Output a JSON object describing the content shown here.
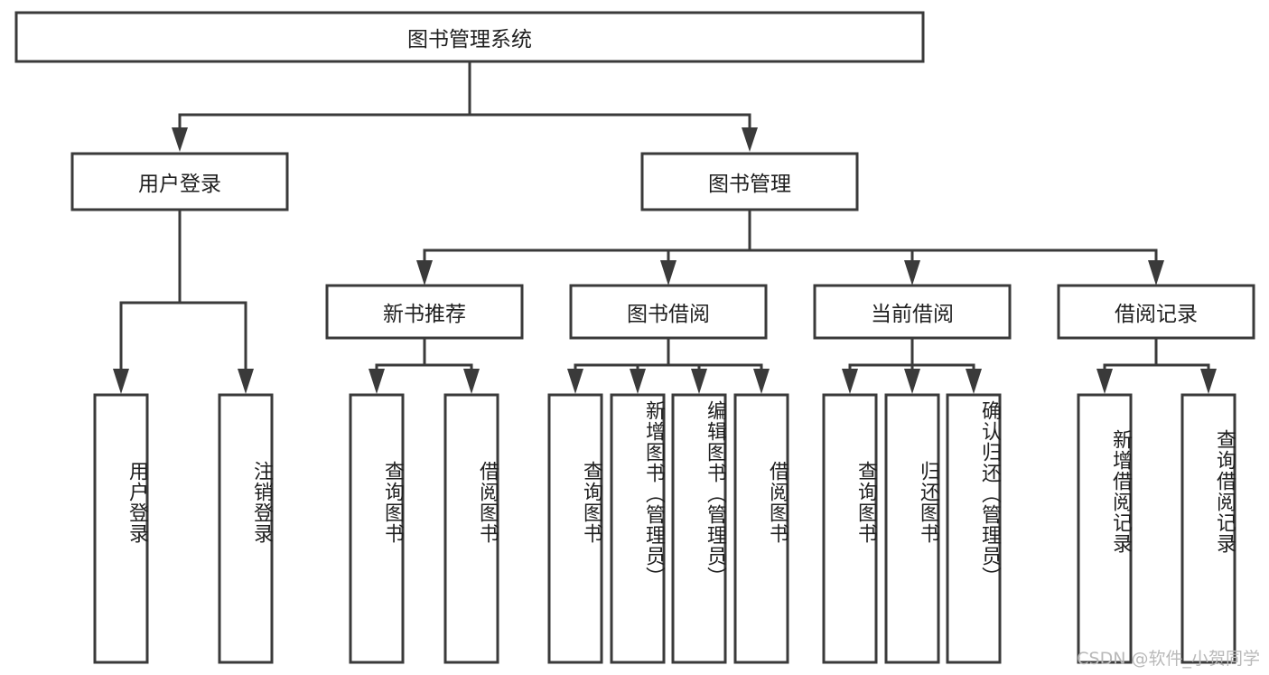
{
  "diagram": {
    "type": "tree",
    "title": "图书管理系统",
    "watermark": "CSDN @软件_小贺同学",
    "colors": {
      "stroke": "#3a3a3a",
      "fill": "#ffffff",
      "text": "#1f1f1f",
      "watermark": "#b9b9b9"
    },
    "nodes": {
      "root": {
        "label": "图书管理系统",
        "orientation": "horizontal"
      },
      "level2": [
        {
          "label": "用户登录",
          "orientation": "horizontal"
        },
        {
          "label": "图书管理",
          "orientation": "horizontal"
        }
      ],
      "level3": [
        {
          "label": "新书推荐",
          "orientation": "horizontal"
        },
        {
          "label": "图书借阅",
          "orientation": "horizontal"
        },
        {
          "label": "当前借阅",
          "orientation": "horizontal"
        },
        {
          "label": "借阅记录",
          "orientation": "horizontal"
        }
      ],
      "leaves": {
        "user_login": [
          {
            "label": "用户登录",
            "orientation": "vertical"
          },
          {
            "label": "注销登录",
            "orientation": "vertical"
          }
        ],
        "new_book_recommend": [
          {
            "label": "查询图书",
            "orientation": "vertical"
          },
          {
            "label": "借阅图书",
            "orientation": "vertical"
          }
        ],
        "book_borrow": [
          {
            "label": "查询图书",
            "orientation": "vertical"
          },
          {
            "label": "新增图书（管理员）",
            "orientation": "vertical"
          },
          {
            "label": "编辑图书（管理员）",
            "orientation": "vertical"
          },
          {
            "label": "借阅图书",
            "orientation": "vertical"
          }
        ],
        "current_borrow": [
          {
            "label": "查询图书",
            "orientation": "vertical"
          },
          {
            "label": "归还图书",
            "orientation": "vertical"
          },
          {
            "label": "确认归还（管理员）",
            "orientation": "vertical"
          }
        ],
        "borrow_record": [
          {
            "label": "新增借阅记录",
            "orientation": "vertical"
          },
          {
            "label": "查询借阅记录",
            "orientation": "vertical"
          }
        ]
      }
    }
  }
}
